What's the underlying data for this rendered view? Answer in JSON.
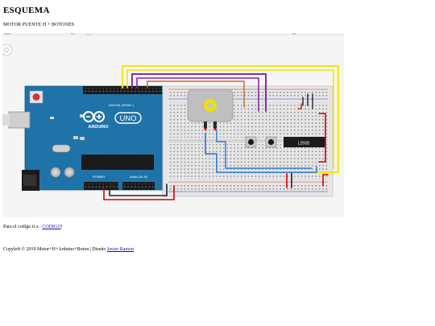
{
  "page": {
    "title": "ESQUEMA",
    "subtitle": "MOTOR PUENTE H + BOTONES"
  },
  "board": {
    "brand": "ARDUINO",
    "model": "UNO",
    "digital_label": "DIGITAL (PWM~)",
    "power_label": "POWER",
    "analog_label": "ANALOG IN",
    "driver_chip": "L293D"
  },
  "code_line": {
    "prefix": "Para el codigo ir a : ",
    "link_text": "CODIGO",
    "suffix": "!"
  },
  "footer": {
    "copyright_text": "Copyleft © 2019 Motor+H+Arduino+Boton | Diseño ",
    "author_link": "Javier Ramon"
  },
  "colors": {
    "board_blue": "#1f73a8",
    "breadboard": "#e6e6e6",
    "wire_yellow": "#f2e600",
    "wire_purple": "#8a2aa8",
    "wire_red": "#d60000",
    "wire_blue": "#2a7ad6",
    "wire_black": "#222222"
  }
}
